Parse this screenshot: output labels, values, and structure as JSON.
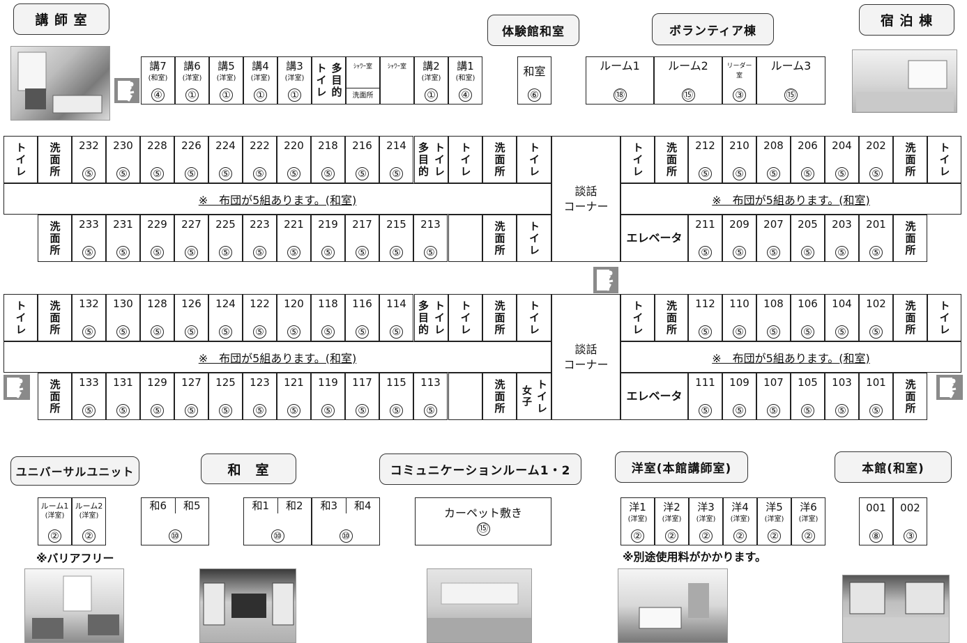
{
  "labels": {
    "koushi": "講 師 室",
    "taiken": "体験館和室",
    "volunteer": "ボランティア棟",
    "shukuhaku": "宿 泊 棟",
    "universal": "ユニバーサルユニット",
    "washitsu": "和　室",
    "communication": "コミュニケーションルーム1・2",
    "youshitsu": "洋室(本館講師室)",
    "honkan": "本館(和室)"
  },
  "common": {
    "toilet": "トイレ",
    "senmen": "洗面所",
    "multi": "多目的",
    "to_i_re": "トイレ",
    "elevator": "エレベータ",
    "danwa": "談話\nコーナー",
    "futon": "※　布団が5組あります。(和室)",
    "five": "⑤",
    "josi": "女子",
    "barrier": "※バリアフリー",
    "betto": "※別途使用料がかかります。"
  },
  "koushi_rooms": [
    {
      "name": "講7",
      "type": "(和室)",
      "cap": "④"
    },
    {
      "name": "講6",
      "type": "(洋室)",
      "cap": "①"
    },
    {
      "name": "講5",
      "type": "(洋室)",
      "cap": "①"
    },
    {
      "name": "講4",
      "type": "(洋室)",
      "cap": "①"
    },
    {
      "name": "講3",
      "type": "(洋室)",
      "cap": "①"
    },
    {
      "name": "講2",
      "type": "(洋室)",
      "cap": "①"
    },
    {
      "name": "講1",
      "type": "(和室)",
      "cap": "④"
    }
  ],
  "shower": [
    "ｼｬﾜｰ室",
    "ｼｬﾜｰ室"
  ],
  "senmenjo_h": "洗面所",
  "taiken_room": {
    "name": "和室",
    "cap": "⑥"
  },
  "volunteer_rooms": [
    {
      "name": "ルーム1",
      "cap": "⑱"
    },
    {
      "name": "ルーム2",
      "cap": "⑮"
    },
    {
      "name": "リーダー室",
      "cap": "③"
    },
    {
      "name": "ルーム3",
      "cap": "⑮"
    }
  ],
  "floor2_top_left": [
    "232",
    "230",
    "228",
    "226",
    "224",
    "222",
    "220",
    "218",
    "216",
    "214"
  ],
  "floor2_top_right": [
    "212",
    "210",
    "208",
    "206",
    "204",
    "202"
  ],
  "floor2_bot_left": [
    "233",
    "231",
    "229",
    "227",
    "225",
    "223",
    "221",
    "219",
    "217",
    "215",
    "213"
  ],
  "floor2_bot_right": [
    "211",
    "209",
    "207",
    "205",
    "203",
    "201"
  ],
  "floor1_top_left": [
    "132",
    "130",
    "128",
    "126",
    "124",
    "122",
    "120",
    "118",
    "116",
    "114"
  ],
  "floor1_top_right": [
    "112",
    "110",
    "108",
    "106",
    "104",
    "102"
  ],
  "floor1_bot_left": [
    "133",
    "131",
    "129",
    "127",
    "125",
    "123",
    "121",
    "119",
    "117",
    "115",
    "113"
  ],
  "floor1_bot_right": [
    "111",
    "109",
    "107",
    "105",
    "103",
    "101"
  ],
  "universal_rooms": [
    {
      "name": "ルーム1",
      "type": "(洋室)",
      "cap": "②"
    },
    {
      "name": "ルーム2",
      "type": "(洋室)",
      "cap": "②"
    }
  ],
  "wa65": {
    "a": "和6",
    "b": "和5",
    "cap": "⑩"
  },
  "wa14": [
    {
      "a": "和1",
      "b": "和2",
      "cap": "⑩"
    },
    {
      "a": "和3",
      "b": "和4",
      "cap": "⑩"
    }
  ],
  "comm_room": {
    "name": "カーペット敷き",
    "cap": "⑮"
  },
  "you_rooms": [
    {
      "name": "洋1",
      "type": "(洋室)",
      "cap": "②"
    },
    {
      "name": "洋2",
      "type": "(洋室)",
      "cap": "②"
    },
    {
      "name": "洋3",
      "type": "(洋室)",
      "cap": "②"
    },
    {
      "name": "洋4",
      "type": "(洋室)",
      "cap": "②"
    },
    {
      "name": "洋5",
      "type": "(洋室)",
      "cap": "②"
    },
    {
      "name": "洋6",
      "type": "(洋室)",
      "cap": "②"
    }
  ],
  "honkan_rooms": [
    {
      "name": "001",
      "cap": "⑧"
    },
    {
      "name": "002",
      "cap": "③"
    }
  ]
}
